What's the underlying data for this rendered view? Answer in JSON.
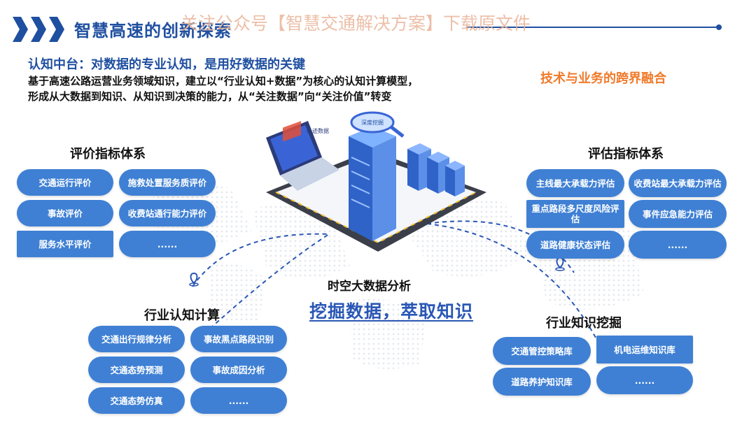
{
  "header": {
    "title": "智慧高速的创新探索",
    "watermark": "关注公众号【智慧交通解决方案】下载原文件"
  },
  "intro": {
    "subtitle": "认知中台：对数据的专业认知，是用好数据的关键",
    "line1": "基于高速公路运营业务领域知识，建立以“行业认知+数据”为核心的认知计算模型，",
    "line2": "形成从大数据到知识、从知识到决策的能力，从“关注数据”向“关注价值”转变"
  },
  "right_note": "技术与业务的跨界融合",
  "illustration": {
    "magnifier_label": "深度挖掘",
    "screen_label": "轨迹数据"
  },
  "groups": {
    "eval_index": {
      "title": "评价指标体系",
      "items": [
        "交通运行评价",
        "施救处置服务质评价",
        "事故评价",
        "收费站通行能力评价",
        "服务水平评价",
        "......"
      ]
    },
    "assess_index": {
      "title": "评估指标体系",
      "items": [
        "主线最大承载力评估",
        "收费站最大承载力评估",
        "重点路段多尺度风险评估",
        "事件应急能力评估",
        "道路健康状态评估",
        "......"
      ]
    },
    "industry_compute": {
      "title": "行业认知计算",
      "items": [
        "交通出行规律分析",
        "事故黑点路段识别",
        "交通态势预测",
        "事故成因分析",
        "交通态势仿真",
        "......"
      ]
    },
    "knowledge_mining": {
      "title": "行业知识挖掘",
      "items": [
        "交通管控策略库",
        "机电运维知识库",
        "道路养护知识库",
        "......"
      ]
    }
  },
  "center": {
    "title": "时空大数据分析",
    "slogan": "挖掘数据，萃取知识"
  },
  "colors": {
    "pill": "#3f80d4",
    "title_blue": "#1f4fa0",
    "accent_orange": "#f07a2a"
  }
}
